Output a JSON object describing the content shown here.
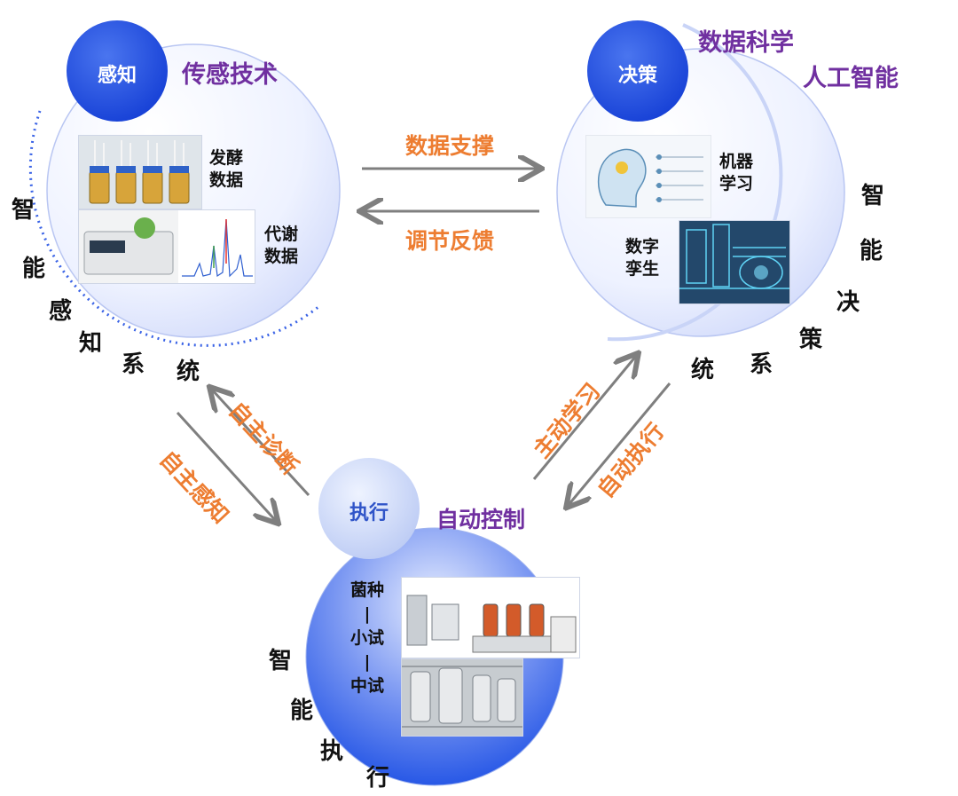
{
  "sense": {
    "node": "感知",
    "tech": "传感技术",
    "item1": {
      "l1": "发酵",
      "l2": "数据"
    },
    "item2": {
      "l1": "代谢",
      "l2": "数据"
    },
    "system": [
      "智",
      "能",
      "感",
      "知",
      "系",
      "统"
    ]
  },
  "decide": {
    "node": "决策",
    "tech1": "数据科学",
    "tech2": "人工智能",
    "item1": {
      "l1": "机器",
      "l2": "学习"
    },
    "item2": {
      "l1": "数字",
      "l2": "孪生"
    },
    "system": [
      "智",
      "能",
      "决",
      "策",
      "系",
      "统"
    ]
  },
  "execute": {
    "node": "执行",
    "tech": "自动控制",
    "stages": [
      "菌种",
      "|",
      "小试",
      "|",
      "中试"
    ],
    "system": [
      "智",
      "能",
      "执",
      "行"
    ]
  },
  "arrows": {
    "data_support": "数据支撑",
    "feedback": "调节反馈",
    "auto_diagnose": "自主诊断",
    "auto_sense": "自主感知",
    "active_learning": "主动学习",
    "auto_execute": "自动执行"
  },
  "colors": {
    "node_blue": "#1f4fe0",
    "tech_purple": "#7030a0",
    "arrow_label_orange": "#ed7d31",
    "arrow_gray": "#7f7f7f"
  }
}
